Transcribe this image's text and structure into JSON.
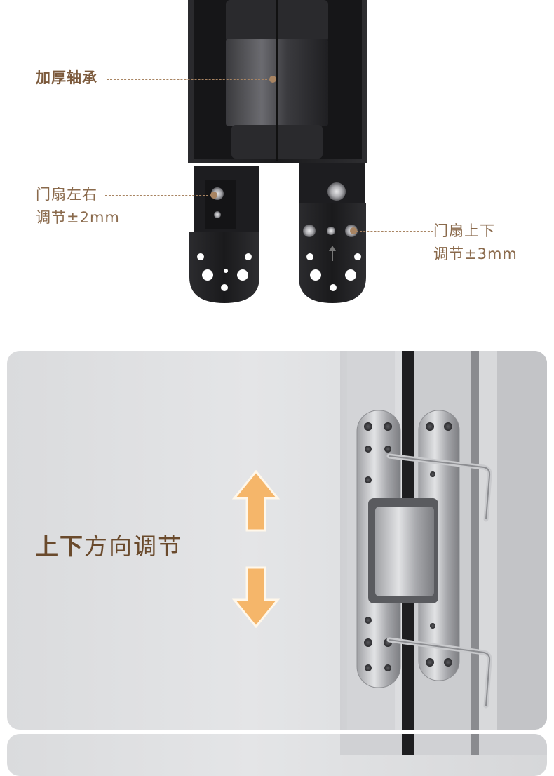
{
  "top_callouts": {
    "bearing": "加厚轴承",
    "lateral_line1": "门扇左右",
    "lateral_line2": "调节±2mm",
    "vertical_line1": "门扇上下",
    "vertical_line2": "调节±3mm"
  },
  "panel": {
    "title_bold": "上下",
    "title_rest": "方向调节"
  },
  "colors": {
    "label_brown": "#8a6a4c",
    "arrow_orange": "#f5b66a",
    "hinge_black": "#1c1c1e",
    "hinge_silver": "#c8c9cc"
  },
  "icons": [
    "up-arrow-icon",
    "down-arrow-icon"
  ]
}
